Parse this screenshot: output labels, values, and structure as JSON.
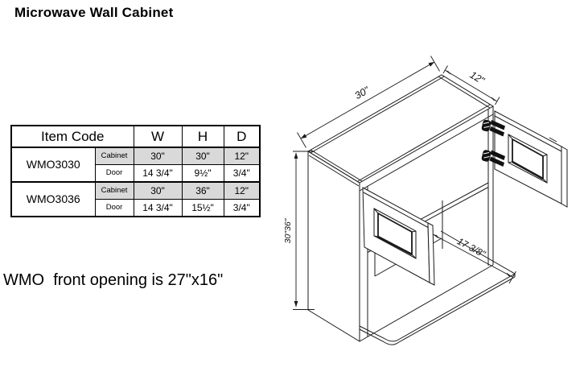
{
  "title": "Microwave Wall Cabinet",
  "note": "WMO  front opening is 27\"x16\"",
  "table": {
    "headers": {
      "item_code": "Item Code",
      "w": "W",
      "h": "H",
      "d": "D"
    },
    "row_labels": {
      "cabinet": "Cabinet",
      "door": "Door"
    },
    "rows": [
      {
        "code": "WMO3030",
        "cabinet_w": "30\"",
        "cabinet_h": "30\"",
        "cabinet_d": "12\"",
        "door_w": "14 3/4\"",
        "door_h": "9½\"",
        "door_d": "3/4\""
      },
      {
        "code": "WMO3036",
        "cabinet_w": "30\"",
        "cabinet_h": "36\"",
        "cabinet_d": "12\"",
        "door_w": "14 3/4\"",
        "door_h": "15½\"",
        "door_d": "3/4\""
      }
    ]
  },
  "diagram": {
    "width_label": "30\"",
    "depth_label": "12\"",
    "height_label": "30\"36\"",
    "tray_depth_label": "17 3/8\""
  },
  "colors": {
    "shaded_row": "#d9d9d9",
    "line": "#1a1a1a",
    "text": "#000000",
    "background": "#ffffff"
  }
}
